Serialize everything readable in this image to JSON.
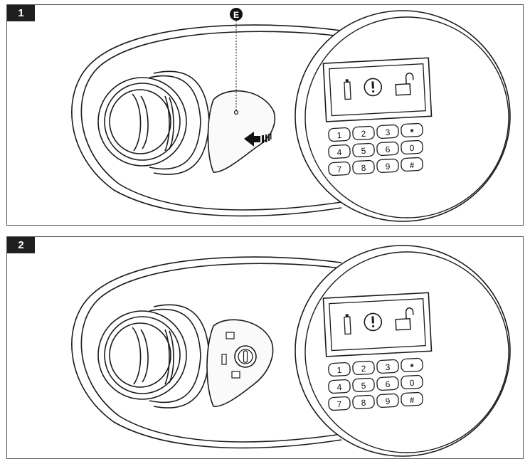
{
  "panels": [
    {
      "step": "1",
      "callout": "E",
      "keypad": [
        "1",
        "2",
        "3",
        "*",
        "4",
        "5",
        "6",
        "0",
        "7",
        "8",
        "9",
        "#"
      ],
      "display_icons": [
        "battery-icon",
        "warning-icon",
        "unlock-icon"
      ],
      "center_plate": "override-cover-with-slide-arrow"
    },
    {
      "step": "2",
      "keypad": [
        "1",
        "2",
        "3",
        "*",
        "4",
        "5",
        "6",
        "0",
        "7",
        "8",
        "9",
        "#"
      ],
      "display_icons": [
        "battery-icon",
        "warning-icon",
        "unlock-icon"
      ],
      "center_plate": "exposed-key-lock"
    }
  ]
}
